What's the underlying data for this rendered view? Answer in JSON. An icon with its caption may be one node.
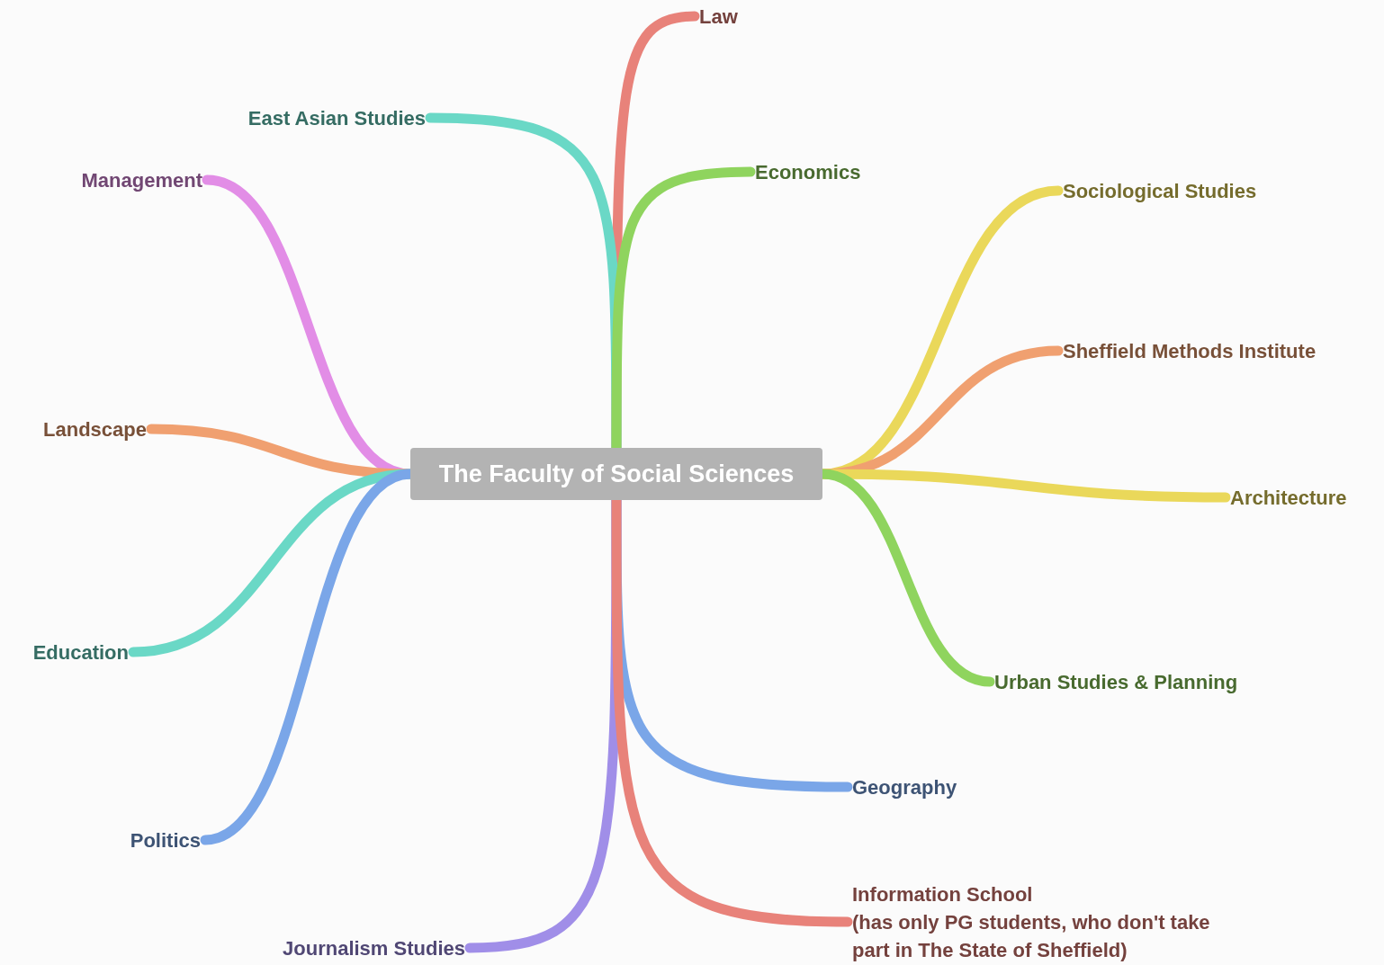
{
  "diagram": {
    "nodes": [
      {
        "text": [
          "The Faculty of Social Sciences"
        ]
      },
      {
        "text": [
          "Law"
        ]
      },
      {
        "text": [
          "East Asian Studies"
        ]
      },
      {
        "text": [
          "Economics"
        ]
      },
      {
        "text": [
          "Management"
        ]
      },
      {
        "text": [
          "Sociological Studies"
        ]
      },
      {
        "text": [
          "Sheffield Methods Institute"
        ]
      },
      {
        "text": [
          "Landscape"
        ]
      },
      {
        "text": [
          "Architecture"
        ]
      },
      {
        "text": [
          "Education"
        ]
      },
      {
        "text": [
          "Urban Studies & Planning"
        ]
      },
      {
        "text": [
          "Geography"
        ]
      },
      {
        "text": [
          "Politics"
        ]
      },
      {
        "text": [
          "Journalism Studies"
        ]
      },
      {
        "text": [
          "Information School",
          "(has only PG students, who don't take part in The State of Sheffield)"
        ]
      }
    ],
    "edges": [
      {
        "from": 0,
        "to": 1,
        "arrow": "none",
        "color": "#e8827a"
      },
      {
        "from": 0,
        "to": 2,
        "arrow": "none",
        "color": "#6ad8c6"
      },
      {
        "from": 0,
        "to": 3,
        "arrow": "none",
        "color": "#8fd45e"
      },
      {
        "from": 0,
        "to": 4,
        "arrow": "none",
        "color": "#e28de6"
      },
      {
        "from": 0,
        "to": 5,
        "arrow": "none",
        "color": "#ead85a"
      },
      {
        "from": 0,
        "to": 6,
        "arrow": "none",
        "color": "#f0a070"
      },
      {
        "from": 0,
        "to": 7,
        "arrow": "none",
        "color": "#f0a070"
      },
      {
        "from": 0,
        "to": 8,
        "arrow": "none",
        "color": "#ead85a"
      },
      {
        "from": 0,
        "to": 9,
        "arrow": "none",
        "color": "#6ad8c6"
      },
      {
        "from": 0,
        "to": 10,
        "arrow": "none",
        "color": "#8fd45e"
      },
      {
        "from": 0,
        "to": 11,
        "arrow": "none",
        "color": "#7aa6e8"
      },
      {
        "from": 0,
        "to": 12,
        "arrow": "none",
        "color": "#7aa6e8"
      },
      {
        "from": 0,
        "to": 13,
        "arrow": "none",
        "color": "#a08ee8"
      },
      {
        "from": 0,
        "to": 14,
        "arrow": "none",
        "color": "#e8827a"
      }
    ]
  }
}
